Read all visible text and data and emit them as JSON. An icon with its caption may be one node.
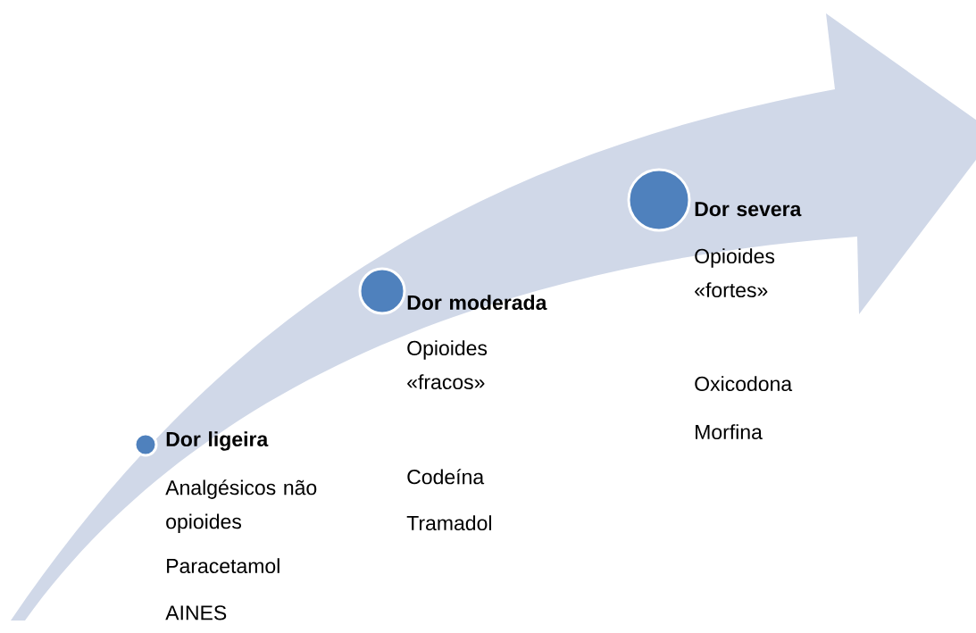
{
  "diagram": {
    "nodes": [
      {
        "text": [],
        "shape": "circle",
        "beside": [
          "Dor ligeira",
          "Analgésicos não opioides",
          "Paracetamol",
          "AINES"
        ]
      },
      {
        "text": [],
        "shape": "circle",
        "beside": [
          "Dor moderada",
          "Opioides «fracos»",
          "Codeína",
          "Tramadol"
        ]
      },
      {
        "text": [],
        "shape": "circle",
        "beside": [
          "Dor severa",
          "Opioides «fortes»",
          "Oxicodona",
          "Morfina"
        ]
      }
    ],
    "edges": []
  }
}
